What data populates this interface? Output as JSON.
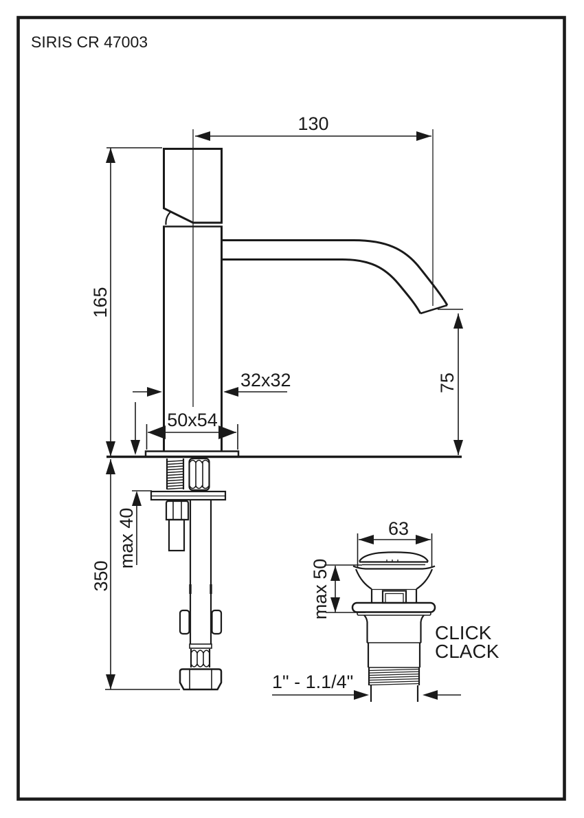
{
  "sheet": {
    "title": "SIRIS CR 47003"
  },
  "dimensions": {
    "spout_reach": "130",
    "total_height": "165",
    "spout_height_above_deck": "75",
    "spout_section": "32x32",
    "base_footprint": "50x54",
    "max_mounting_thickness": "max 40",
    "below_deck_length": "350",
    "drain_cap_diameter": "63",
    "drain_max_thickness": "max 50",
    "drain_thread_size": "1\" - 1.1/4\""
  },
  "annotations": {
    "drain_type_line1": "CLICK",
    "drain_type_line2": "CLACK"
  },
  "colors": {
    "ink": "#1a1a1a",
    "paper": "#ffffff"
  }
}
